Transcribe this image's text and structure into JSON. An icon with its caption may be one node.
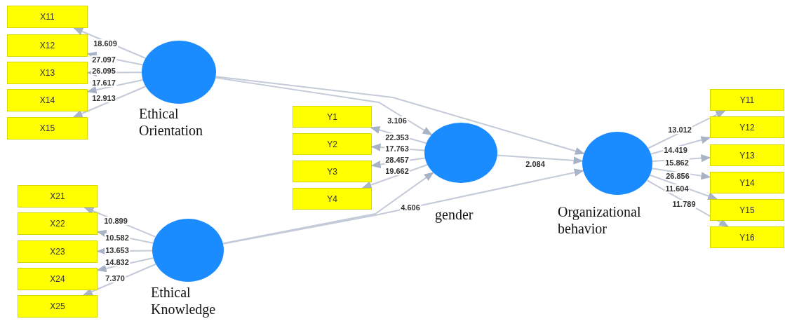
{
  "diagram": {
    "nodes": [
      {
        "text": [
          "X11"
        ]
      },
      {
        "text": [
          "X12"
        ]
      },
      {
        "text": [
          "X13"
        ]
      },
      {
        "text": [
          "X14"
        ]
      },
      {
        "text": [
          "X15"
        ]
      },
      {
        "text": [
          "Ethical Orientation"
        ]
      },
      {
        "text": [
          "X21"
        ]
      },
      {
        "text": [
          "X22"
        ]
      },
      {
        "text": [
          "X23"
        ]
      },
      {
        "text": [
          "X24"
        ]
      },
      {
        "text": [
          "X25"
        ]
      },
      {
        "text": [
          "Ethical Knowledge"
        ]
      },
      {
        "text": [
          "Y1"
        ]
      },
      {
        "text": [
          "Y2"
        ]
      },
      {
        "text": [
          "Y3"
        ]
      },
      {
        "text": [
          "Y4"
        ]
      },
      {
        "text": [
          "gender"
        ]
      },
      {
        "text": [
          "Organizational behavior"
        ]
      },
      {
        "text": [
          "Y11"
        ]
      },
      {
        "text": [
          "Y12"
        ]
      },
      {
        "text": [
          "Y13"
        ]
      },
      {
        "text": [
          "Y14"
        ]
      },
      {
        "text": [
          "Y15"
        ]
      },
      {
        "text": [
          "Y16"
        ]
      }
    ],
    "edges": [
      {
        "from": 5,
        "to": 0,
        "arrow": "to",
        "label": "18.609"
      },
      {
        "from": 5,
        "to": 1,
        "arrow": "to",
        "label": "27.097"
      },
      {
        "from": 5,
        "to": 2,
        "arrow": "to",
        "label": "26.095"
      },
      {
        "from": 5,
        "to": 3,
        "arrow": "to",
        "label": "17.617"
      },
      {
        "from": 5,
        "to": 4,
        "arrow": "to",
        "label": "12.913"
      },
      {
        "from": 11,
        "to": 6,
        "arrow": "to",
        "label": "10.899"
      },
      {
        "from": 11,
        "to": 7,
        "arrow": "to",
        "label": "10.582"
      },
      {
        "from": 11,
        "to": 8,
        "arrow": "to",
        "label": "13.653"
      },
      {
        "from": 11,
        "to": 9,
        "arrow": "to",
        "label": "14.832"
      },
      {
        "from": 11,
        "to": 10,
        "arrow": "to",
        "label": "7.370"
      },
      {
        "from": 16,
        "to": 12,
        "arrow": "to",
        "label": "22.353"
      },
      {
        "from": 16,
        "to": 13,
        "arrow": "to",
        "label": "17.763"
      },
      {
        "from": 16,
        "to": 14,
        "arrow": "to",
        "label": "28.457"
      },
      {
        "from": 16,
        "to": 15,
        "arrow": "to",
        "label": "19.662"
      },
      {
        "from": 17,
        "to": 18,
        "arrow": "to",
        "label": "13.012"
      },
      {
        "from": 17,
        "to": 19,
        "arrow": "to",
        "label": "14.419"
      },
      {
        "from": 17,
        "to": 20,
        "arrow": "to",
        "label": "15.862"
      },
      {
        "from": 17,
        "to": 21,
        "arrow": "to",
        "label": "26.856"
      },
      {
        "from": 17,
        "to": 22,
        "arrow": "to",
        "label": "11.604"
      },
      {
        "from": 17,
        "to": 23,
        "arrow": "to",
        "label": "11.789"
      },
      {
        "from": 5,
        "to": 16,
        "arrow": "to",
        "label": "3.106"
      },
      {
        "from": 5,
        "to": 17,
        "arrow": "to"
      },
      {
        "from": 11,
        "to": 16,
        "arrow": "to"
      },
      {
        "from": 11,
        "to": 17,
        "arrow": "to",
        "label": "4.606"
      },
      {
        "from": 16,
        "to": 17,
        "arrow": "to",
        "label": "2.084"
      }
    ]
  }
}
